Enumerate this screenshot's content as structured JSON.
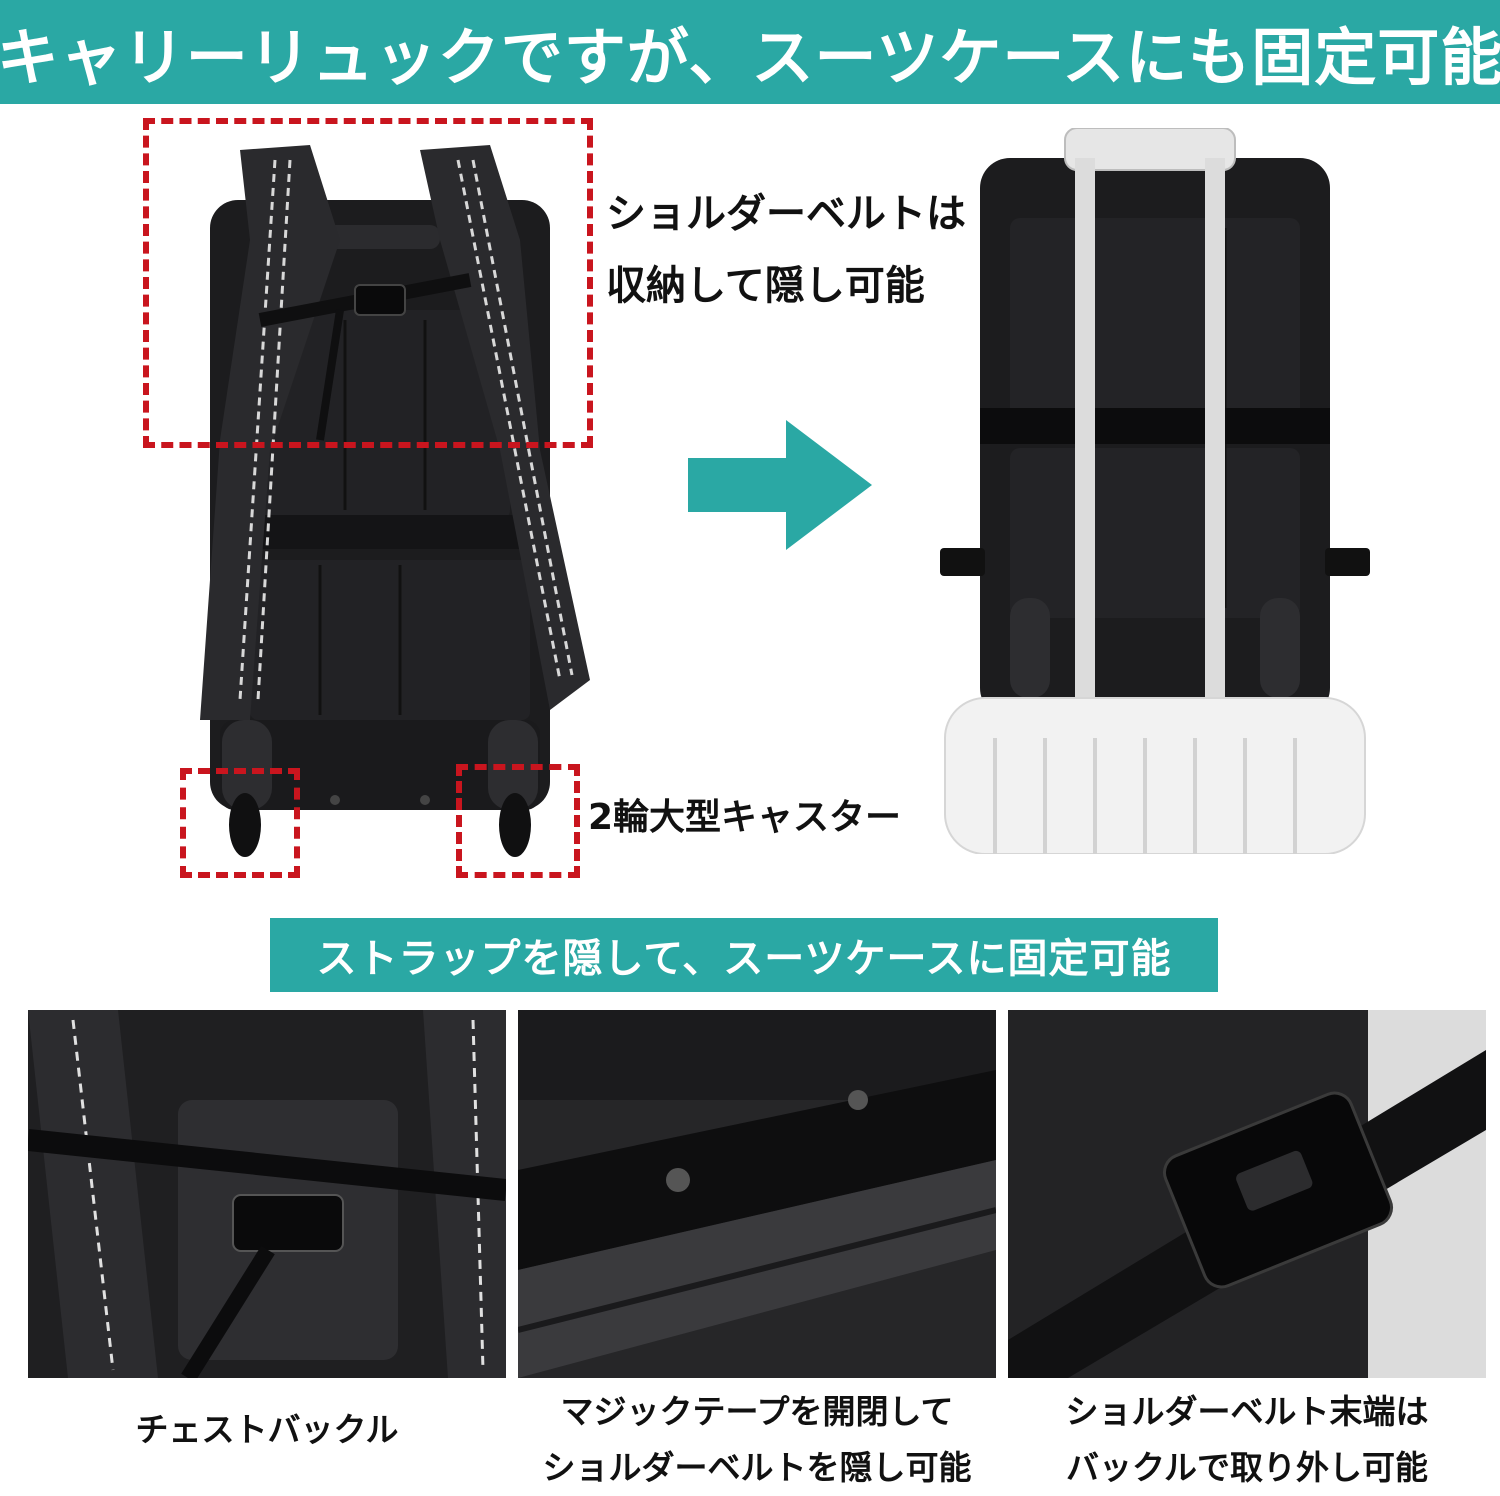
{
  "header": {
    "title": "キャリーリュックですが、スーツケースにも固定可能"
  },
  "top_section": {
    "shoulder_label_line1": "ショルダーベルトは",
    "shoulder_label_line2": "収納して隠し可能",
    "caster_label": "2輪大型キャスター"
  },
  "sub_banner": {
    "title": "ストラップを隠して、スーツケースに固定可能"
  },
  "detail_panels": [
    {
      "caption_line1": "チェストバックル",
      "caption_line2": ""
    },
    {
      "caption_line1": "マジックテープを開閉して",
      "caption_line2": "ショルダーベルトを隠し可能"
    },
    {
      "caption_line1": "ショルダーベルト末端は",
      "caption_line2": "バックルで取り外し可能"
    }
  ],
  "colors": {
    "accent_teal": "#2aa8a4",
    "highlight_red": "#c9151e",
    "bag_black": "#1c1c1e"
  },
  "icons": {
    "arrow": "arrow-right-icon"
  }
}
